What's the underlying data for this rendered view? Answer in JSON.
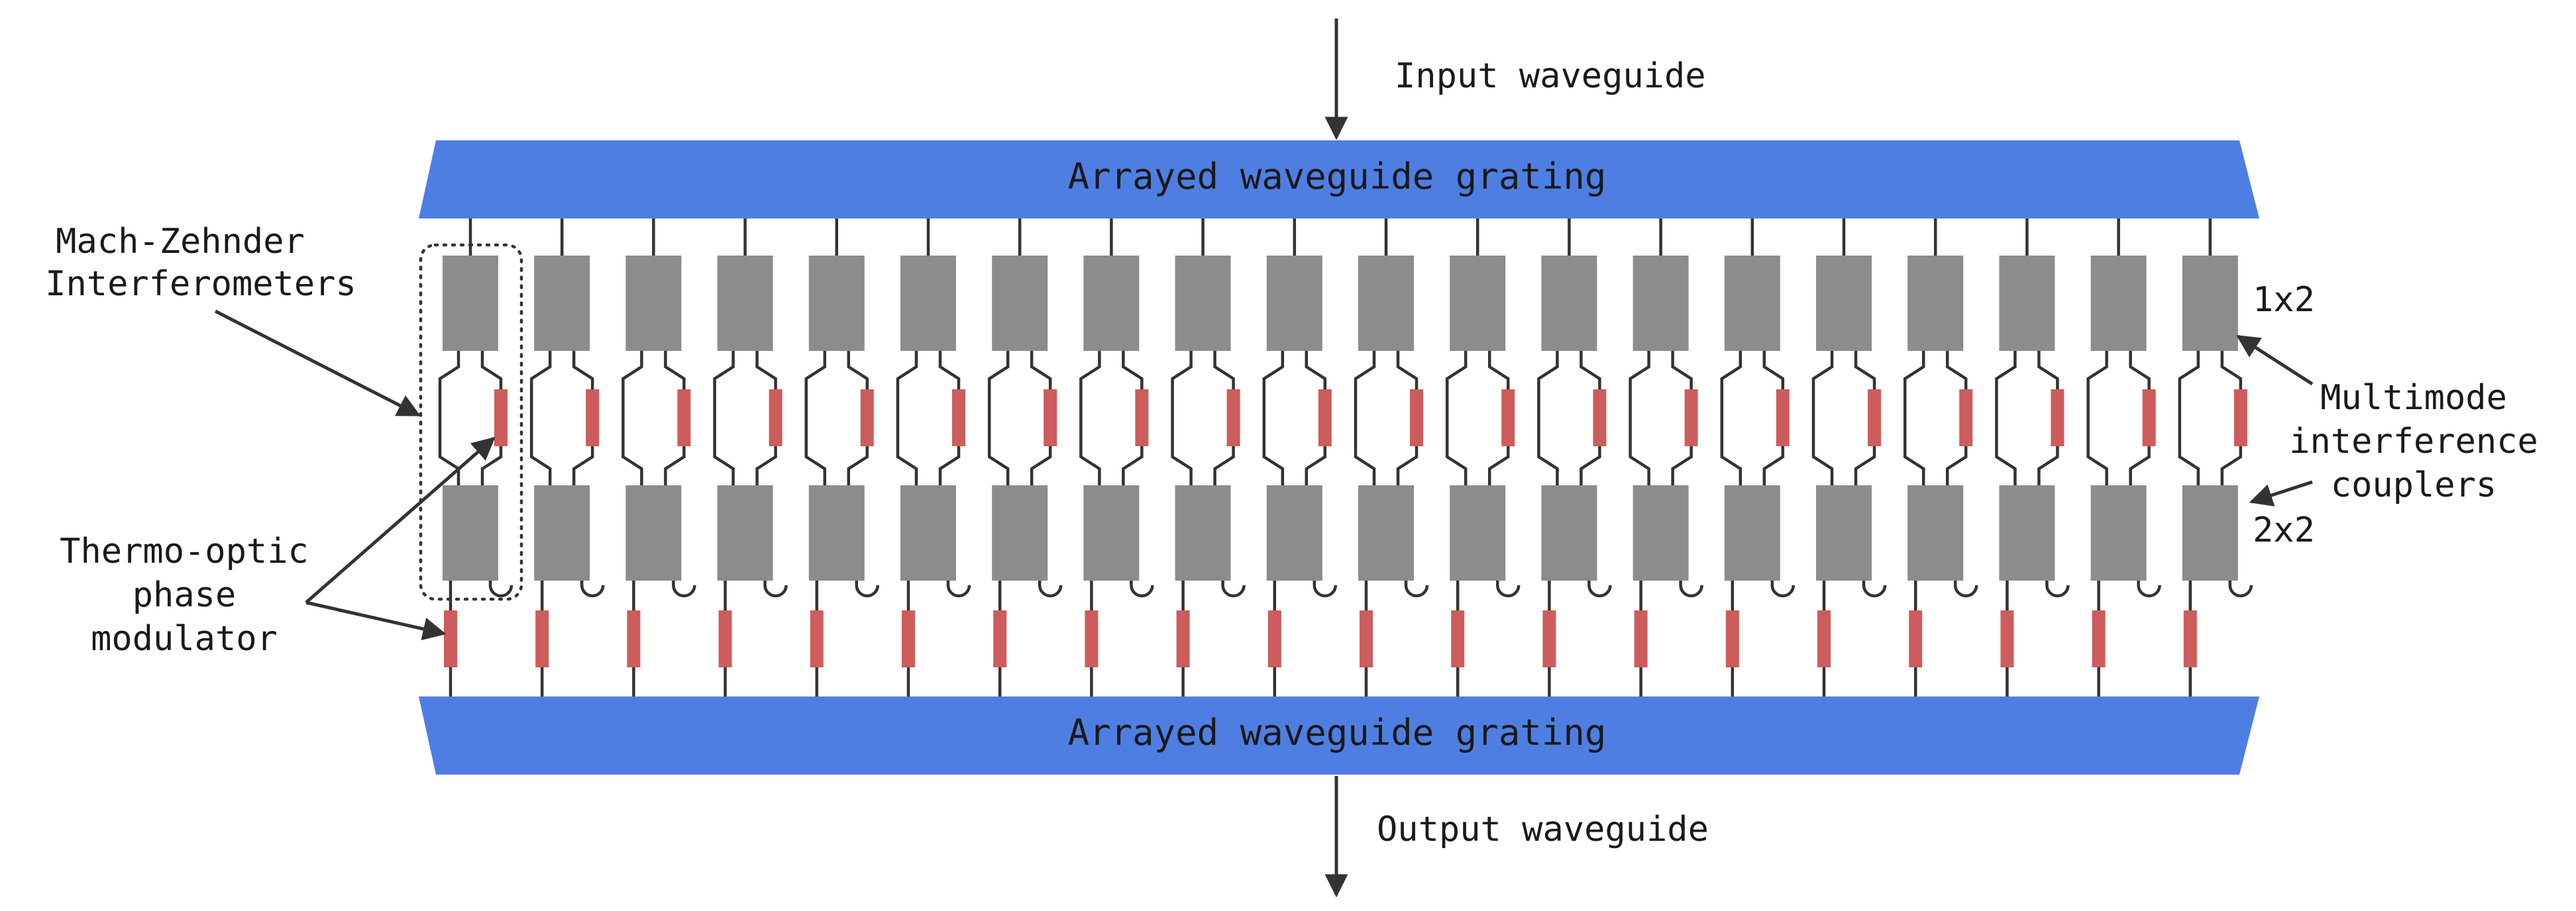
{
  "labels": {
    "input_waveguide": "Input waveguide",
    "output_waveguide": "Output waveguide",
    "awg_top": "Arrayed waveguide grating",
    "awg_bottom": "Arrayed waveguide grating",
    "mzi_line1": "Mach-Zehnder",
    "mzi_line2": "Interferometers",
    "tpm_line1": "Thermo-optic",
    "tpm_line2": "phase",
    "tpm_line3": "modulator",
    "mmi_line1": "Multimode",
    "mmi_line2": "interference",
    "mmi_line3": "couplers",
    "coupler_1x2": "1x2",
    "coupler_2x2": "2x2"
  },
  "colors": {
    "awg_blue": "#4f7ee2",
    "coupler_gray": "#8c8c8c",
    "heater_red": "#cd5c5c",
    "waveguide": "#333333"
  },
  "mzi_count": 20
}
